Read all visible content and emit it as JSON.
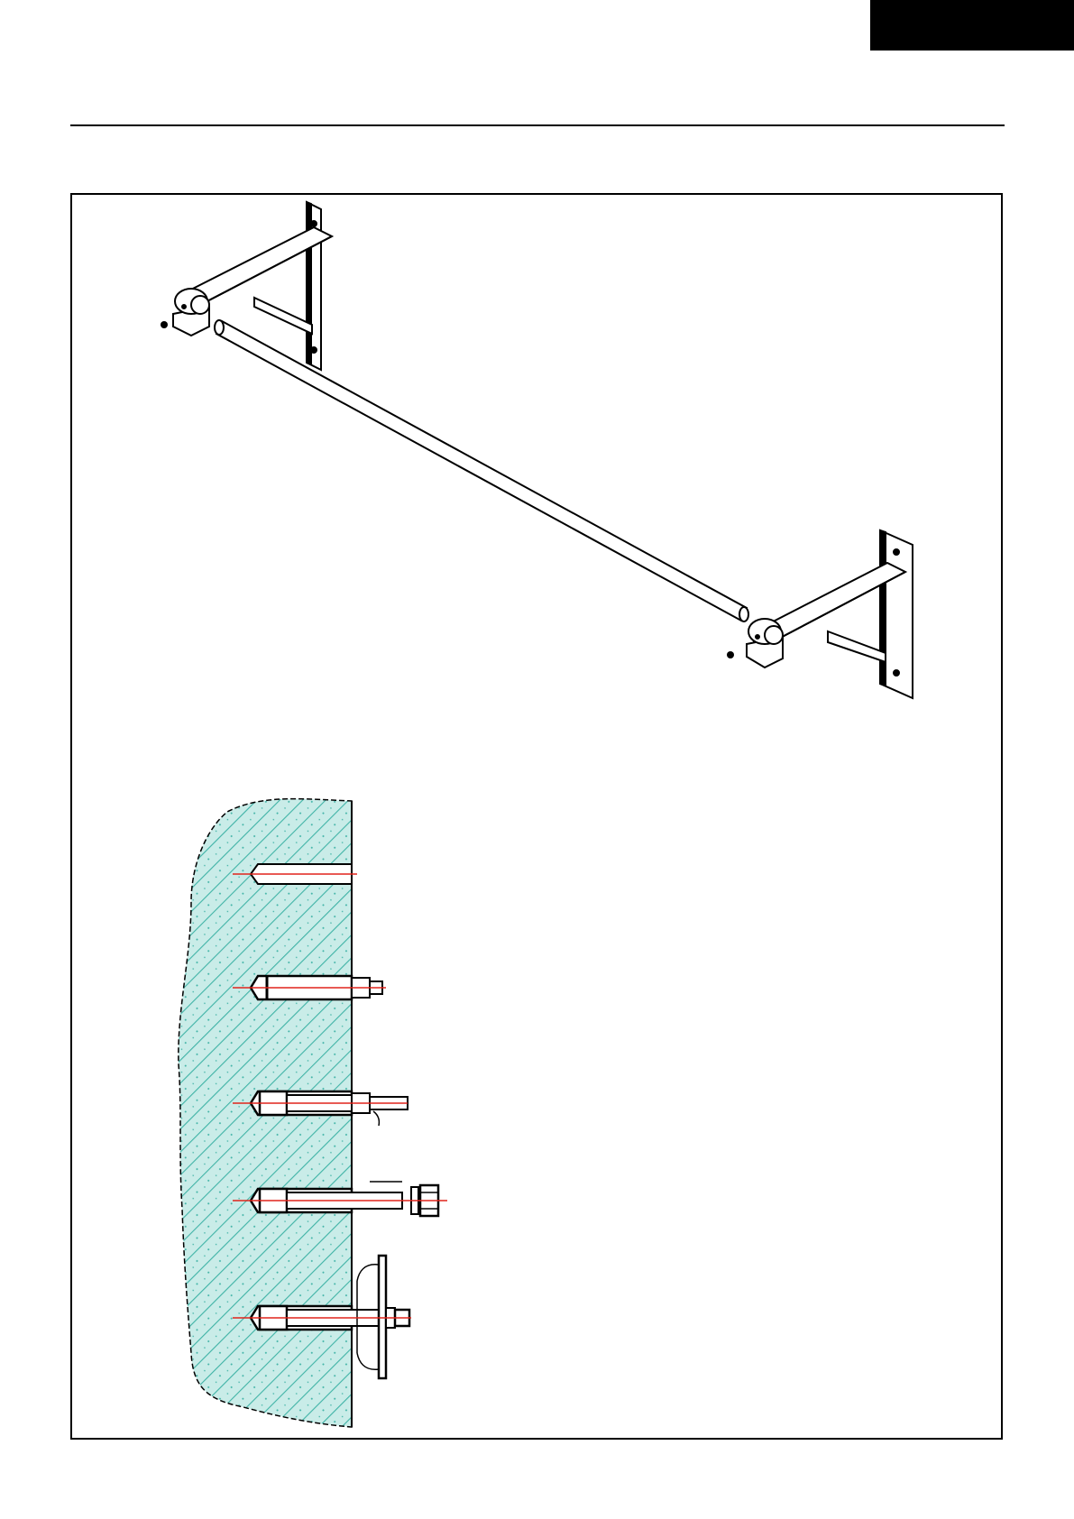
{
  "page": {
    "corner_tab": "",
    "colors": {
      "ink": "#000000",
      "wall_fill": "#c9ece8",
      "wall_hatch": "#3fb3a6",
      "center_line": "#e0241b"
    }
  },
  "figure_top": {
    "icons": [
      "wall-bracket-left-icon",
      "wall-bracket-right-icon",
      "bar-rod-icon",
      "screw-left-icon",
      "screw-right-icon"
    ]
  },
  "figure_bottom": {
    "steps": [
      {
        "id": "drill-hole"
      },
      {
        "id": "insert-anchor"
      },
      {
        "id": "tighten-anchor"
      },
      {
        "id": "remove-nut"
      },
      {
        "id": "fix-bracket"
      }
    ]
  }
}
